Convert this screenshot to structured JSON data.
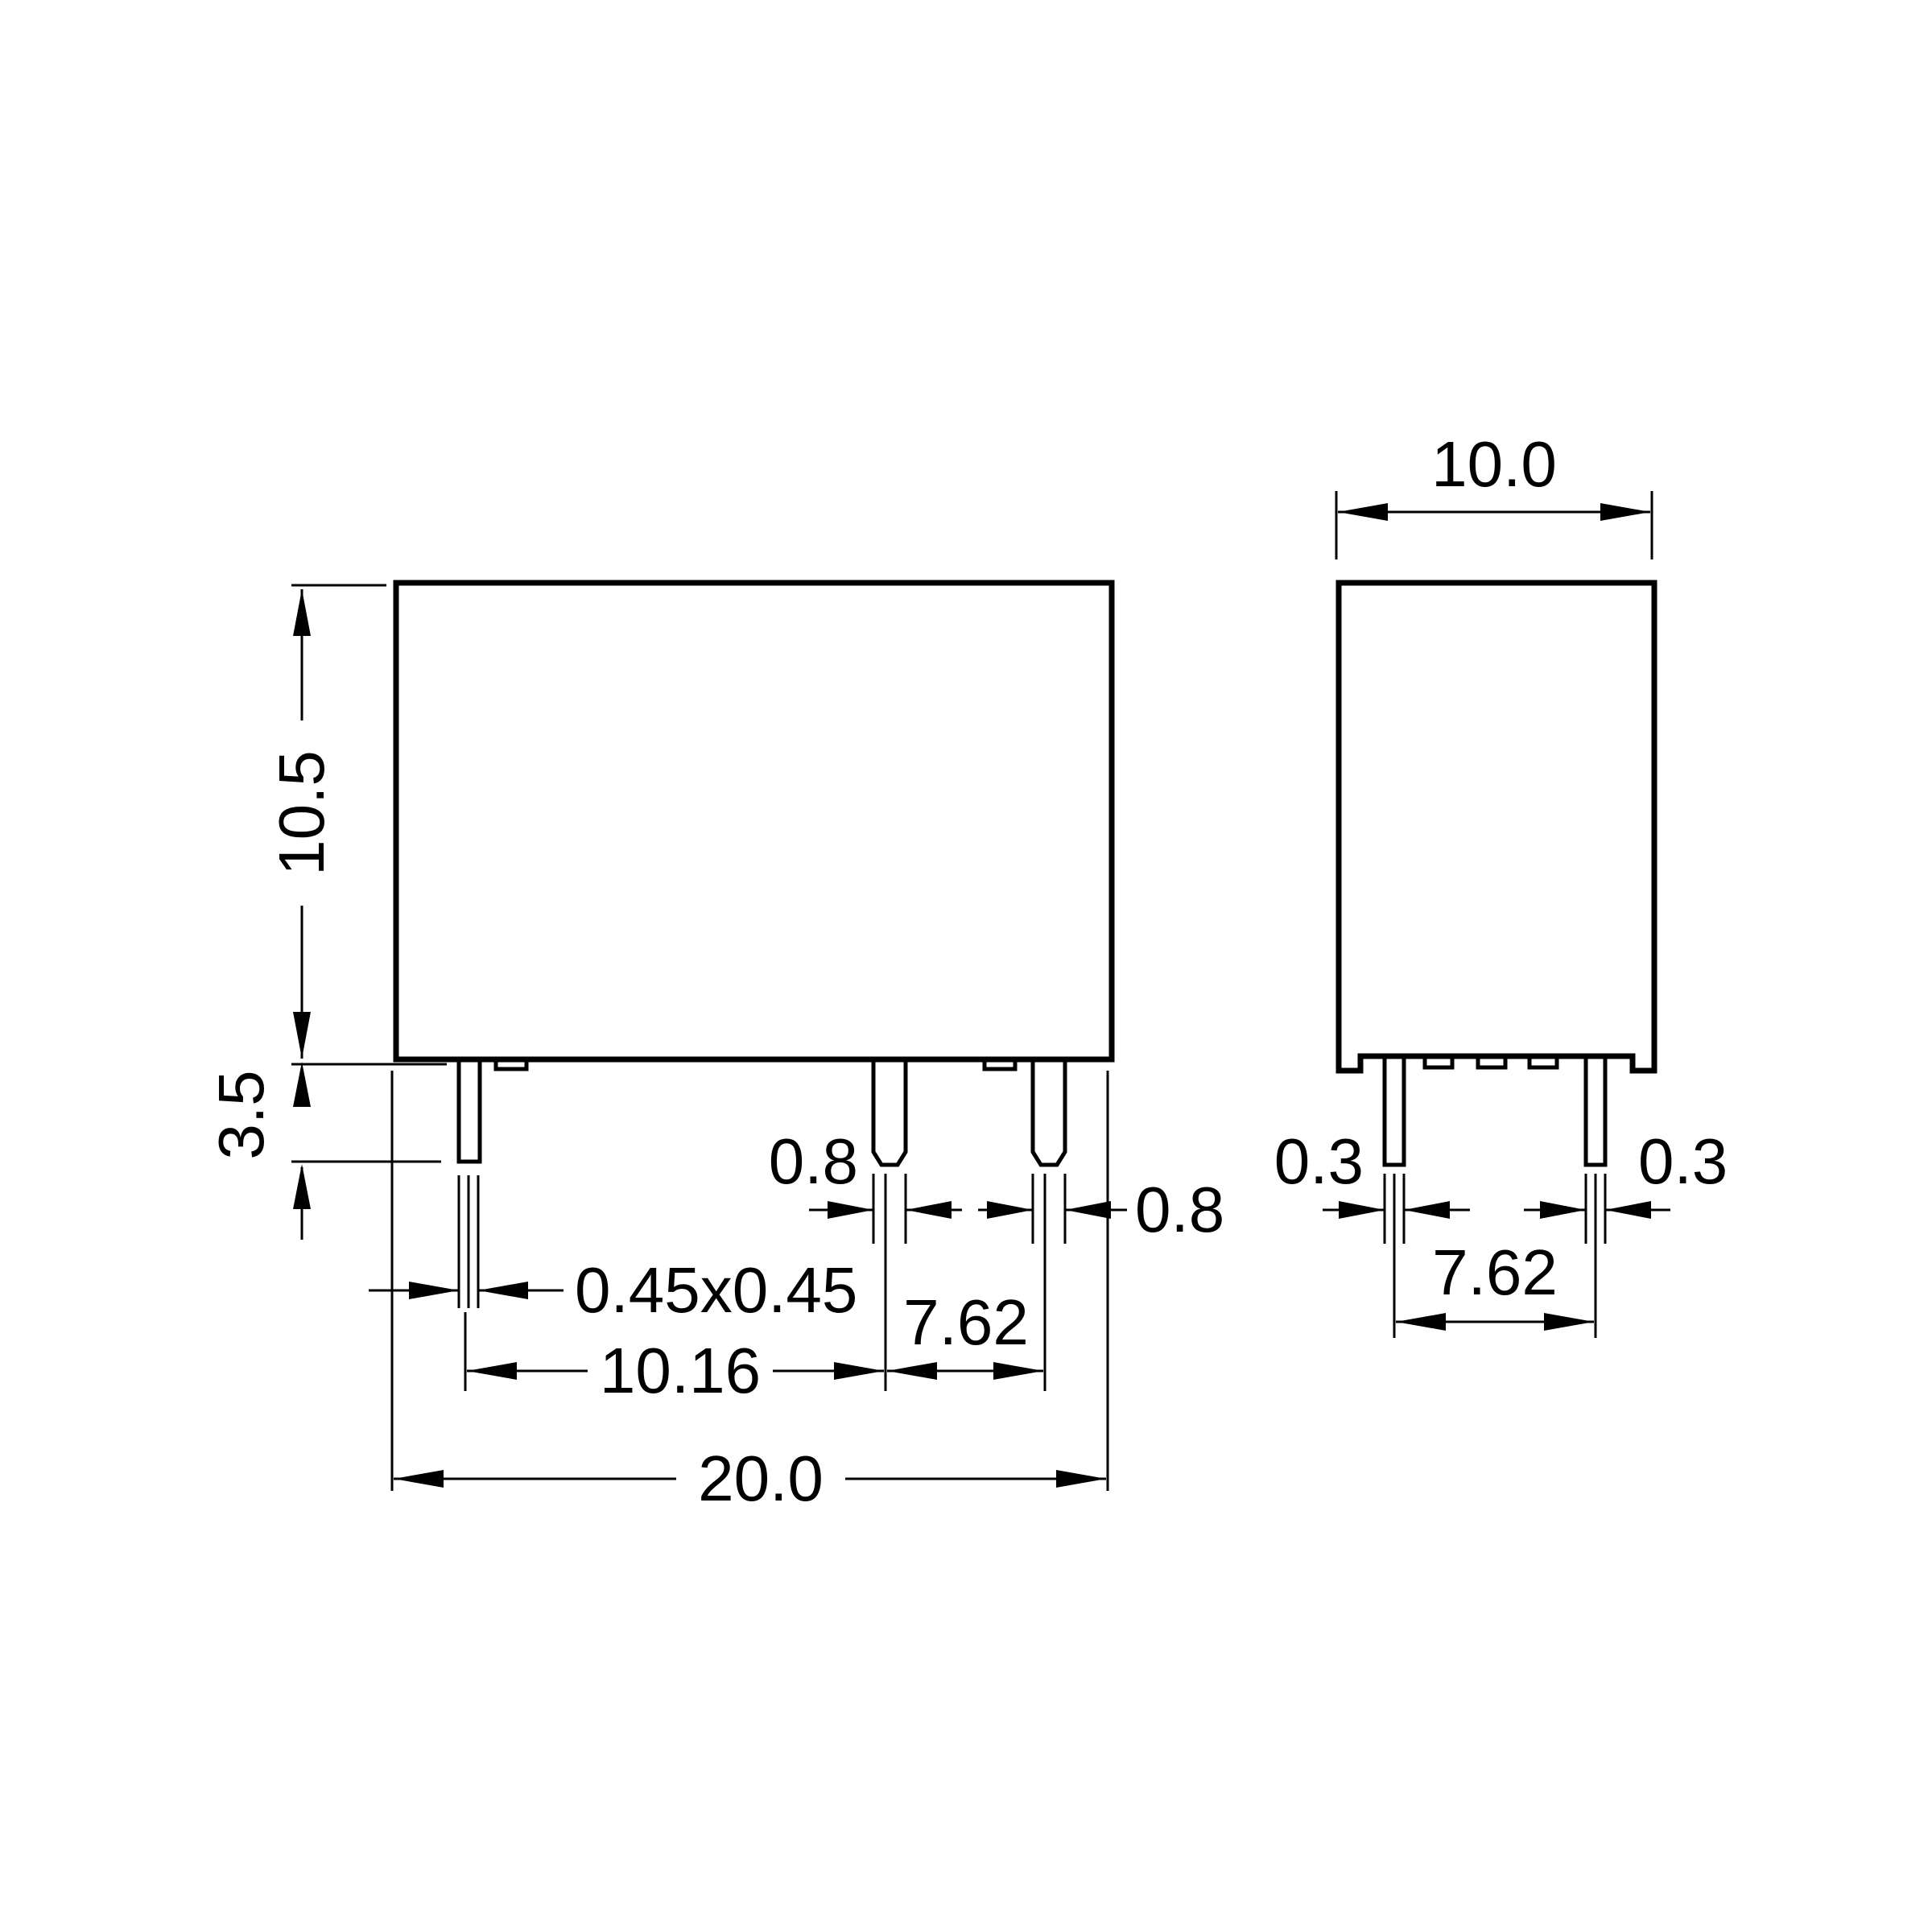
{
  "colors": {
    "line": "#000000",
    "background": "#ffffff"
  },
  "front_view": {
    "width": "20.0",
    "height": "10.5",
    "pin_length": "3.5",
    "square_pin": "0.45x0.45",
    "pitch_first": "10.16",
    "pitch_second": "7.62",
    "pin_width_left": "0.8",
    "pin_width_right": "0.8"
  },
  "side_view": {
    "depth": "10.0",
    "pin_thickness_left": "0.3",
    "pin_thickness_right": "0.3",
    "pitch": "7.62"
  }
}
